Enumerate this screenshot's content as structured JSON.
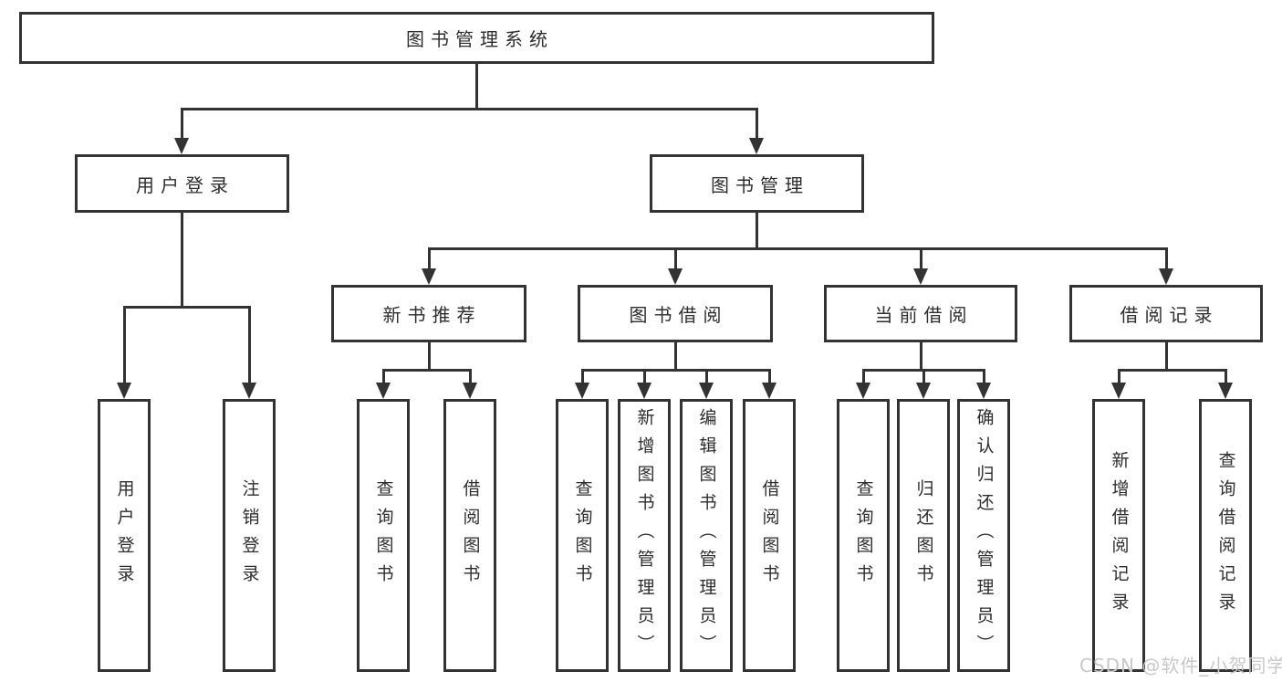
{
  "tree": {
    "root": "图书管理系统",
    "branches": [
      {
        "label": "用户登录",
        "children": [
          "用户登录",
          "注销登录"
        ]
      },
      {
        "label": "图书管理",
        "groups": [
          {
            "label": "新书推荐",
            "children": [
              "查询图书",
              "借阅图书"
            ]
          },
          {
            "label": "图书借阅",
            "children": [
              "查询图书",
              "新增图书（管理员）",
              "编辑图书（管理员）",
              "借阅图书"
            ]
          },
          {
            "label": "当前借阅",
            "children": [
              "查询图书",
              "归还图书",
              "确认归还（管理员）"
            ]
          },
          {
            "label": "借阅记录",
            "children": [
              "新增借阅记录",
              "查询借阅记录"
            ]
          }
        ]
      }
    ]
  },
  "watermark": "CSDN @软件_小贺同学",
  "colors": {
    "line": "#333333",
    "text": "#2d2d2d",
    "watermark": "#c8c8c8",
    "background": "#ffffff"
  }
}
